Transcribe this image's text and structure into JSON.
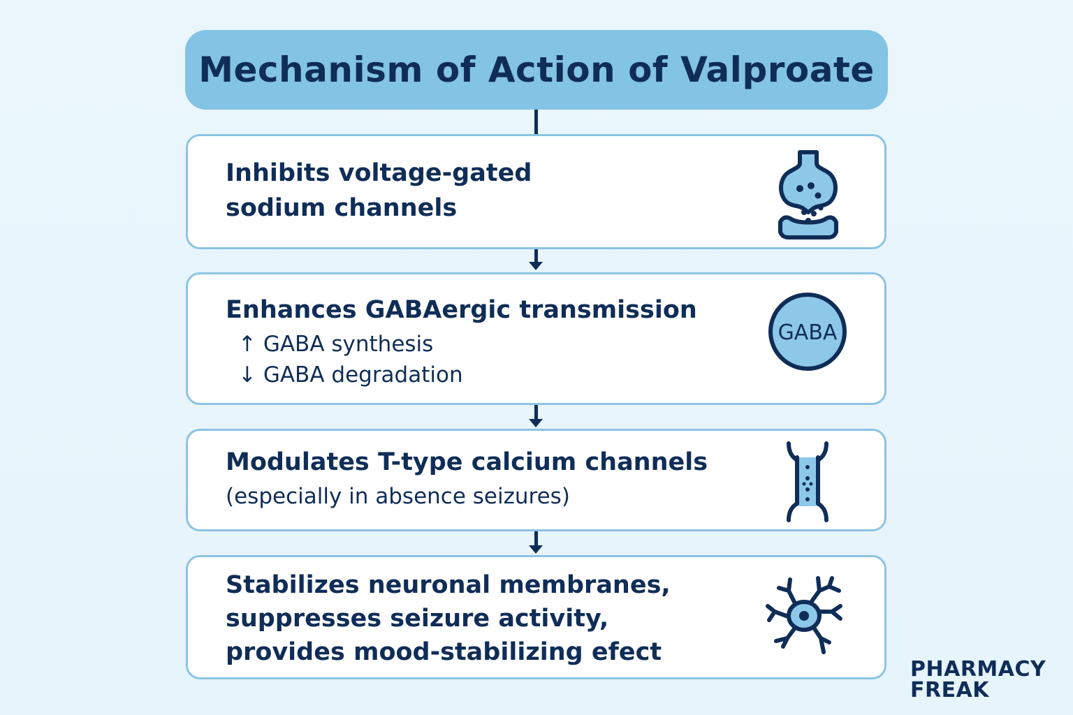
{
  "title": "Mechanism of Action of Valproate",
  "steps": [
    {
      "heading_lines": [
        "Inhibits voltage-gated",
        "sodium channels"
      ],
      "sub_lines": [],
      "icon": "synapse-icon"
    },
    {
      "heading_lines": [
        "Enhances GABAergic transmission"
      ],
      "sub_lines": [
        "↑ GABA synthesis",
        "↓ GABA degradation"
      ],
      "icon": "gaba-icon",
      "icon_label": "GABA"
    },
    {
      "heading_lines": [
        "Modulates T-type calcium channels"
      ],
      "sub_lines": [
        "(especially in absence seizures)"
      ],
      "icon": "ion-channel-icon"
    },
    {
      "heading_lines": [
        "Stabilizes neuronal membranes,",
        "suppresses seizure activity,",
        "provides mood-stabilizing efect"
      ],
      "sub_lines": [],
      "icon": "neuron-icon"
    }
  ],
  "brand": {
    "line1": "PHARMACY",
    "line2": "FREAK"
  },
  "colors": {
    "navy": "#0f2d57",
    "title_fill": "#83c3e4",
    "card_border": "#8cc4e3",
    "icon_fill": "#8ec8e8",
    "background": "#eaf6fc"
  }
}
